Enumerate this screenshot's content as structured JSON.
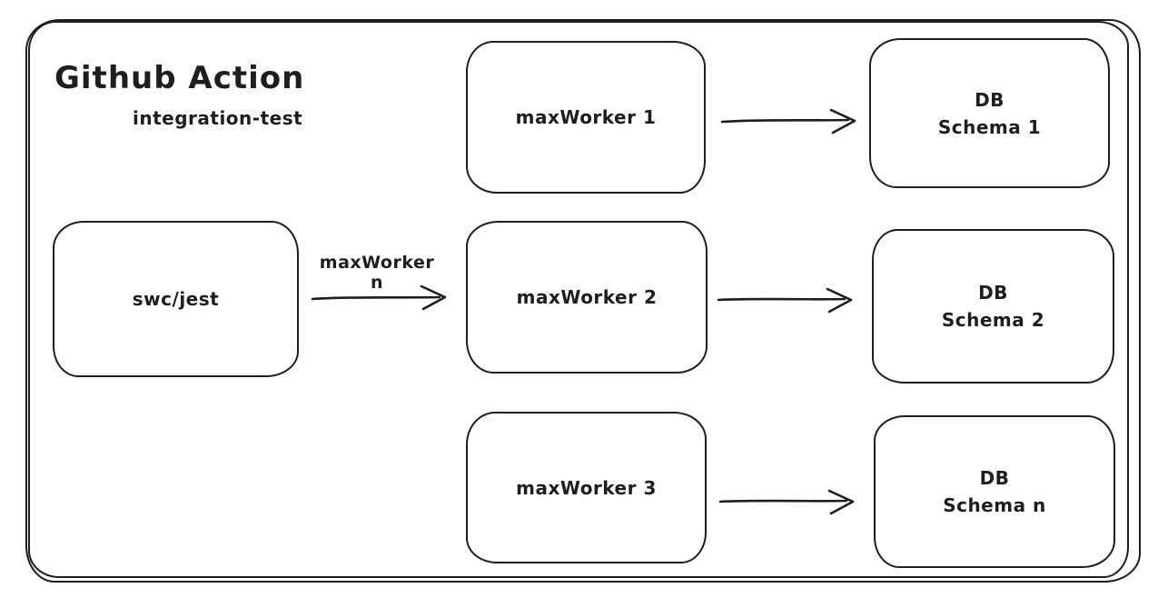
{
  "diagram": {
    "container": {
      "title": "Github Action",
      "subtitle": "integration-test"
    },
    "source": {
      "label": "swc/jest"
    },
    "edge_label": "maxWorker n",
    "workers": [
      {
        "label": "maxWorker 1"
      },
      {
        "label": "maxWorker 2"
      },
      {
        "label": "maxWorker 3"
      }
    ],
    "databases": [
      {
        "line1": "DB",
        "line2": "Schema 1"
      },
      {
        "line1": "DB",
        "line2": "Schema 2"
      },
      {
        "line1": "DB",
        "line2": "Schema n"
      }
    ],
    "colors": {
      "stroke": "#1e1e1e",
      "background": "#ffffff"
    }
  }
}
